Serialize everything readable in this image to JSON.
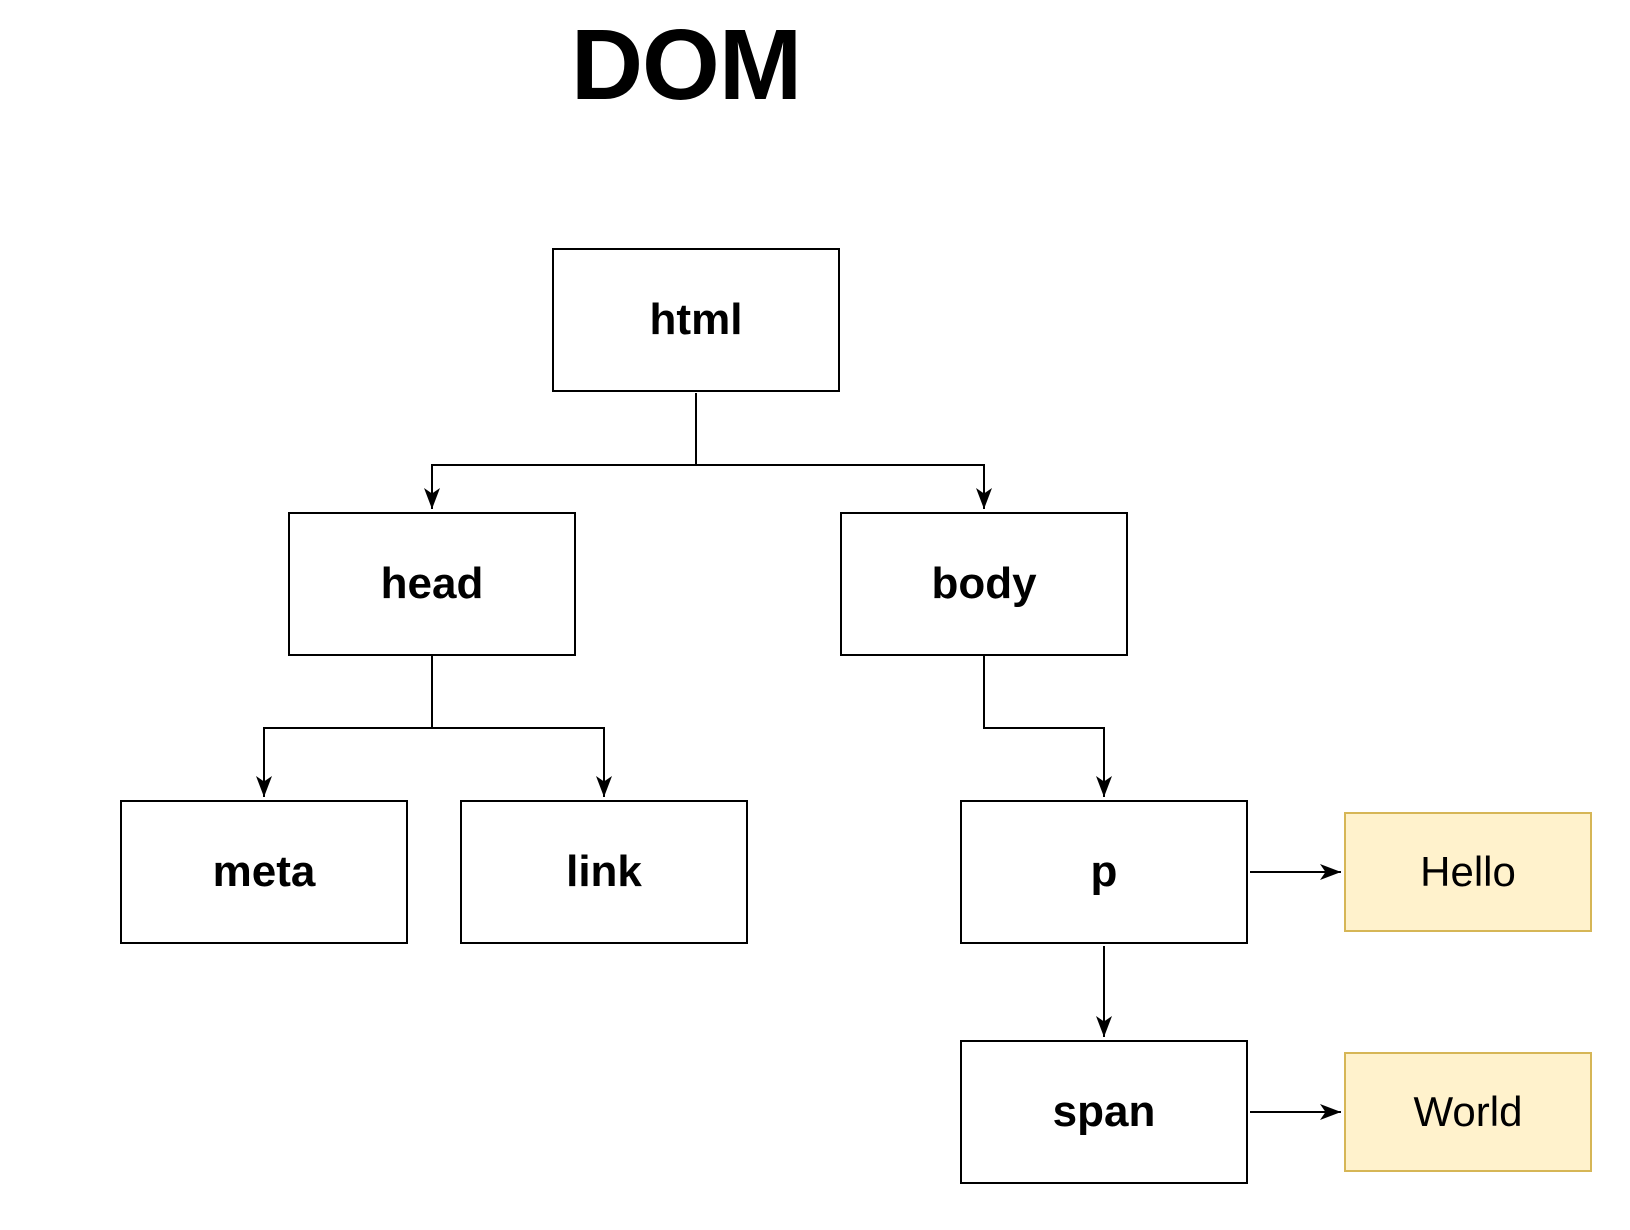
{
  "title": "DOM",
  "colors": {
    "background": "#ffffff",
    "node_fill": "#ffffff",
    "node_border": "#000000",
    "text_node_fill": "#fff2cc",
    "text_node_border": "#d6b656",
    "connector": "#000000",
    "label_text": "#000000"
  },
  "nodes": {
    "html": {
      "label": "html",
      "kind": "element"
    },
    "head": {
      "label": "head",
      "kind": "element"
    },
    "body": {
      "label": "body",
      "kind": "element"
    },
    "meta": {
      "label": "meta",
      "kind": "element"
    },
    "link": {
      "label": "link",
      "kind": "element"
    },
    "p": {
      "label": "p",
      "kind": "element"
    },
    "span": {
      "label": "span",
      "kind": "element"
    },
    "hello": {
      "label": "Hello",
      "kind": "text"
    },
    "world": {
      "label": "World",
      "kind": "text"
    }
  },
  "edges": [
    {
      "from": "html",
      "to": "head"
    },
    {
      "from": "html",
      "to": "body"
    },
    {
      "from": "head",
      "to": "meta"
    },
    {
      "from": "head",
      "to": "link"
    },
    {
      "from": "body",
      "to": "p"
    },
    {
      "from": "p",
      "to": "hello"
    },
    {
      "from": "p",
      "to": "span"
    },
    {
      "from": "span",
      "to": "world"
    }
  ]
}
